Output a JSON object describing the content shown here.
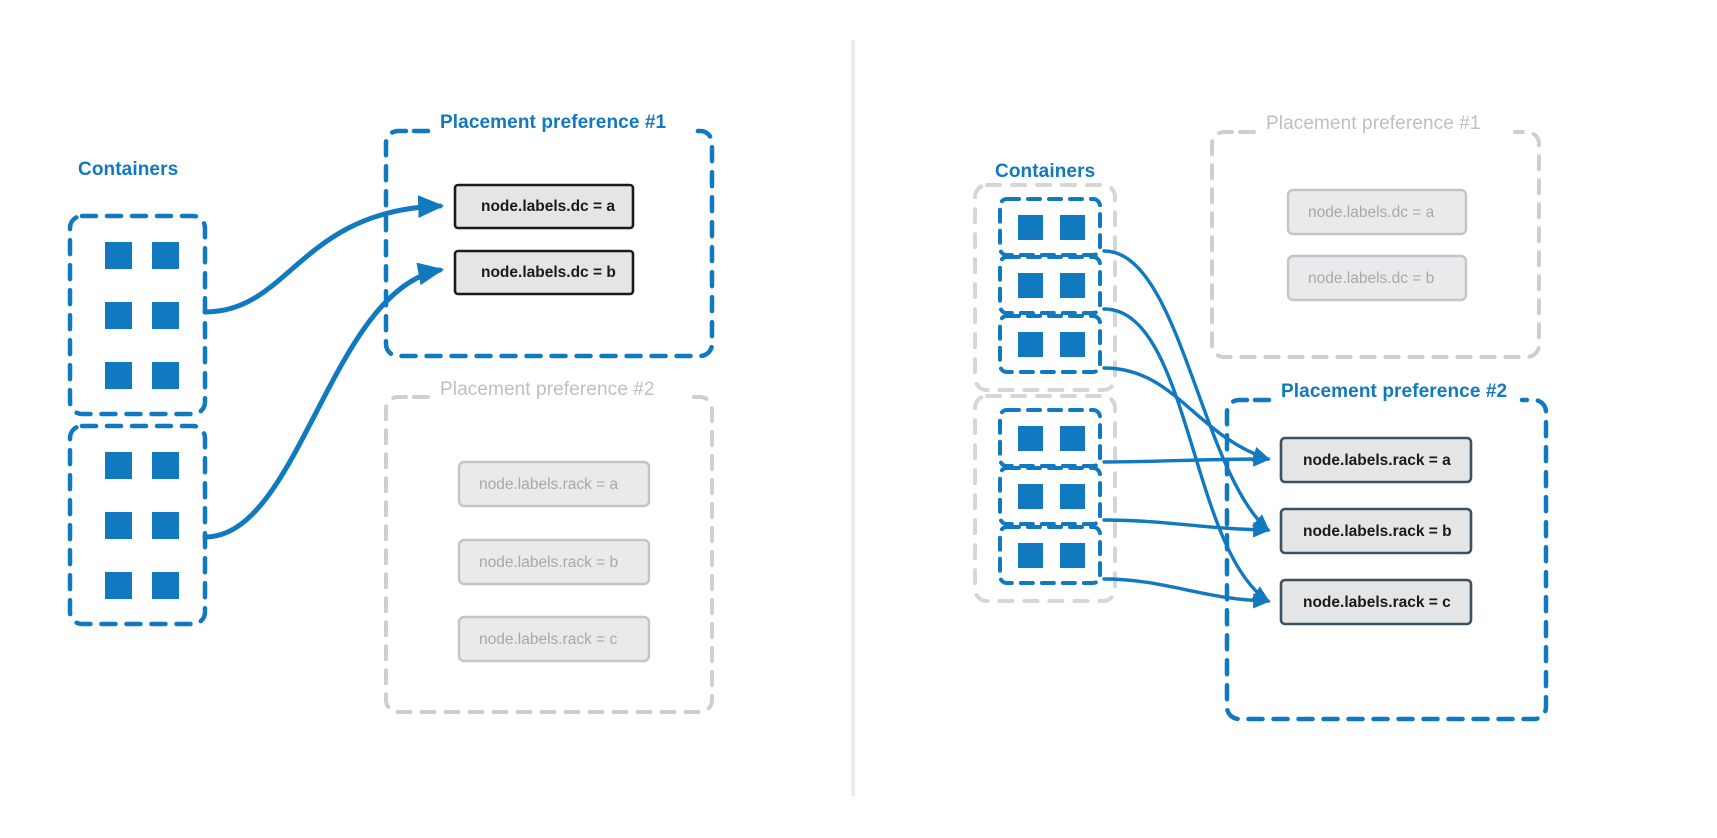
{
  "diagram": {
    "title_left": "Placement preference #1",
    "title_right": "Placement preference #2",
    "colors": {
      "blue": "#1179bf",
      "blue_text": "#1179bf",
      "gray_muted": "#cfcfcf",
      "gray_text": "#b0b0b0",
      "chip_fill": "#e3e5e6",
      "chip_border": "#1a1a1a",
      "chip_fill_muted": "#e8eaeb",
      "chip_border_muted": "#bfc2c4",
      "divider": "#ededed",
      "background": "#ffffff"
    }
  },
  "left_panel": {
    "containers_label": "Containers",
    "container_groups": [
      {
        "name": "group-1",
        "rows": 3,
        "cols": 2
      },
      {
        "name": "group-2",
        "rows": 3,
        "cols": 2
      }
    ],
    "preference_1": {
      "title": "Placement preference #1",
      "active": true,
      "chips": [
        {
          "label": "node.labels.dc = a",
          "active": true
        },
        {
          "label": "node.labels.dc = b",
          "active": true
        }
      ]
    },
    "preference_2": {
      "title": "Placement preference #2",
      "active": false,
      "chips": [
        {
          "label": "node.labels.rack = a",
          "active": false
        },
        {
          "label": "node.labels.rack = b",
          "active": false
        },
        {
          "label": "node.labels.rack = c",
          "active": false
        }
      ]
    },
    "arrows": [
      {
        "from": "group-1",
        "to": "node.labels.dc = a"
      },
      {
        "from": "group-2",
        "to": "node.labels.dc = b"
      }
    ]
  },
  "right_panel": {
    "containers_label": "Containers",
    "container_groups": [
      {
        "name": "group-1",
        "subgroups": 3,
        "squares_per_subgroup": 2
      },
      {
        "name": "group-2",
        "subgroups": 3,
        "squares_per_subgroup": 2
      }
    ],
    "preference_1": {
      "title": "Placement preference #1",
      "active": false,
      "chips": [
        {
          "label": "node.labels.dc = a",
          "active": false
        },
        {
          "label": "node.labels.dc = b",
          "active": false
        }
      ]
    },
    "preference_2": {
      "title": "Placement preference #2",
      "active": true,
      "chips": [
        {
          "label": "node.labels.rack = a",
          "active": true
        },
        {
          "label": "node.labels.rack = b",
          "active": true
        },
        {
          "label": "node.labels.rack = c",
          "active": true
        }
      ]
    },
    "arrows": [
      {
        "from": "group-1.sub-1",
        "to": "node.labels.rack = b"
      },
      {
        "from": "group-1.sub-2",
        "to": "node.labels.rack = c"
      },
      {
        "from": "group-1.sub-3",
        "to": "node.labels.rack = a"
      },
      {
        "from": "group-2.sub-1",
        "to": "node.labels.rack = a"
      },
      {
        "from": "group-2.sub-2",
        "to": "node.labels.rack = b"
      },
      {
        "from": "group-2.sub-3",
        "to": "node.labels.rack = c"
      }
    ]
  }
}
